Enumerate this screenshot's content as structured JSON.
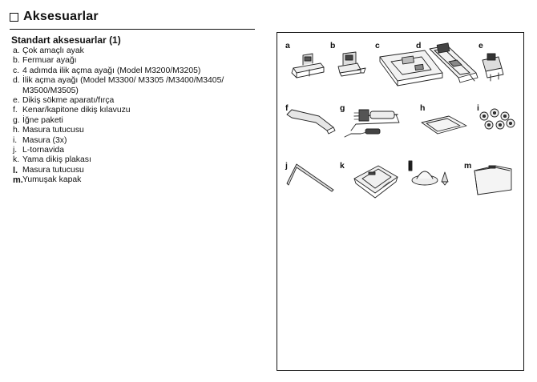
{
  "title": "Aksesuarlar",
  "subtitle": "Standart aksesuarlar (1)",
  "items": [
    {
      "letter": "a.",
      "text": "Çok amaçlı ayak"
    },
    {
      "letter": "b.",
      "text": "Fermuar ayağı"
    },
    {
      "letter": "c.",
      "text": "4 adımda ilik açma ayağı (Model M3200/M3205)"
    },
    {
      "letter": "d.",
      "text": "İlik açma ayağı (Model M3300/ M3305 /M3400/M3405/ M3500/M3505)"
    },
    {
      "letter": "e.",
      "text": "Dikiş sökme aparatı/fırça"
    },
    {
      "letter": "f.",
      "text": "Kenar/kapitone dikiş kılavuzu"
    },
    {
      "letter": "g.",
      "text": "İğne paketi"
    },
    {
      "letter": "h.",
      "text": "Masura tutucusu"
    },
    {
      "letter": "i.",
      "text": "Masura (3x)"
    },
    {
      "letter": "j.",
      "text": "L-tornavida"
    },
    {
      "letter": "k.",
      "text": "Yama dikiş plakası"
    },
    {
      "letter": "l.",
      "text": "Masura tutucusu"
    },
    {
      "letter": "m.",
      "text": "Yumuşak kapak"
    }
  ],
  "panel_labels": {
    "a": "a",
    "b": "b",
    "c": "c",
    "d": "d",
    "e": "e",
    "f": "f",
    "g": "g",
    "h": "h",
    "i": "i",
    "j": "j",
    "k": "k",
    "l": "l",
    "m": "m"
  }
}
